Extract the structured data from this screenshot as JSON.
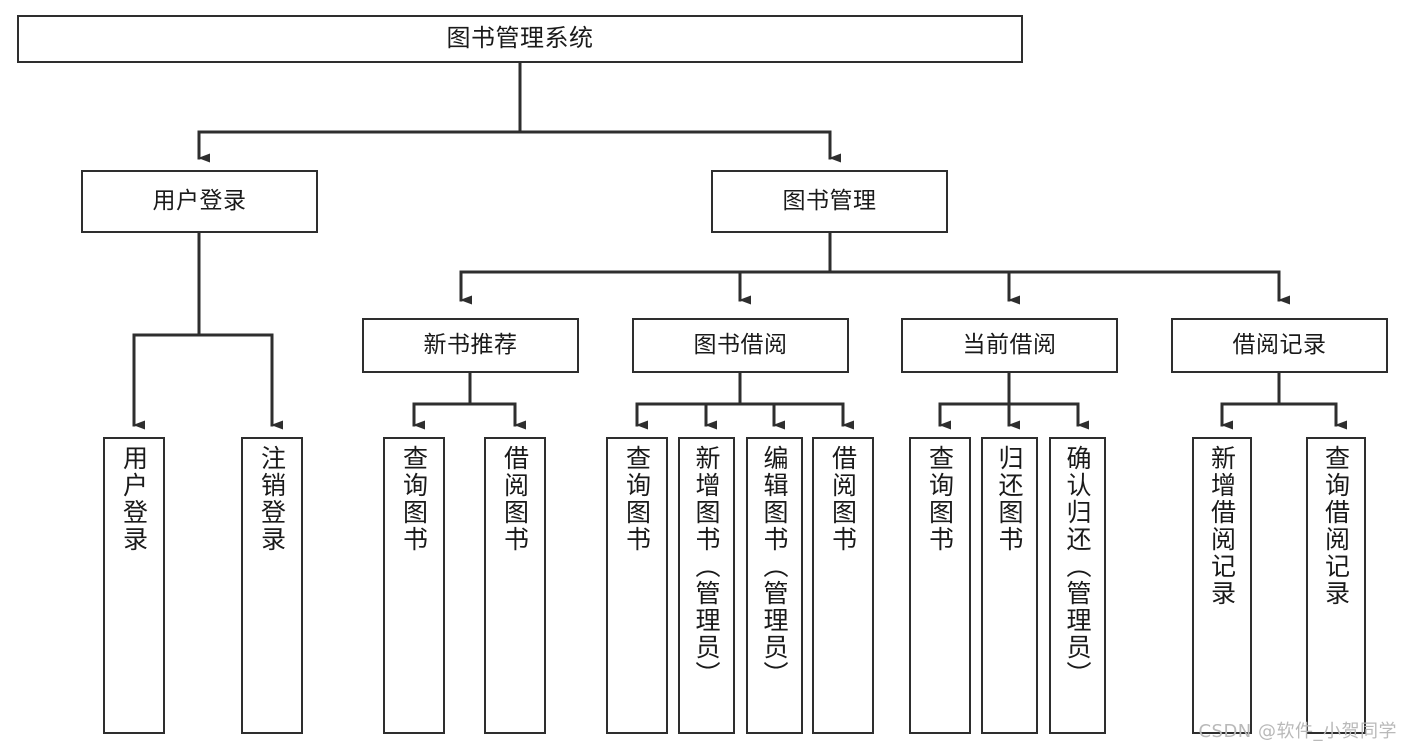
{
  "diagram": {
    "title": "图书管理系统",
    "type": "hierarchy-tree",
    "watermark": "CSDN @软件_小贺同学",
    "colors": {
      "background": "#ffffff",
      "box_border": "#2e2e2e",
      "box_fill": "#ffffff",
      "connector": "#2e2e2e",
      "text": "#1a1a1a",
      "watermark": "#b9b9b9"
    }
  },
  "nodes": {
    "root": {
      "label": "图书管理系统"
    },
    "level1": [
      {
        "label": "用户登录"
      },
      {
        "label": "图书管理"
      }
    ],
    "level2": [
      {
        "label": "新书推荐"
      },
      {
        "label": "图书借阅"
      },
      {
        "label": "当前借阅"
      },
      {
        "label": "借阅记录"
      }
    ],
    "leaves": {
      "user_login": [
        {
          "label": "用户登录"
        },
        {
          "label": "注销登录"
        }
      ],
      "new_book_recommend": [
        {
          "label": "查询图书"
        },
        {
          "label": "借阅图书"
        }
      ],
      "book_borrow": [
        {
          "label": "查询图书"
        },
        {
          "label": "新增图书（管理员）"
        },
        {
          "label": "编辑图书（管理员）"
        },
        {
          "label": "借阅图书"
        }
      ],
      "current_borrow": [
        {
          "label": "查询图书"
        },
        {
          "label": "归还图书"
        },
        {
          "label": "确认归还（管理员）"
        }
      ],
      "borrow_record": [
        {
          "label": "新增借阅记录"
        },
        {
          "label": "查询借阅记录"
        }
      ]
    }
  },
  "chart_data": {
    "type": "tree",
    "title": "图书管理系统",
    "root": "图书管理系统",
    "edges": [
      [
        "图书管理系统",
        "用户登录"
      ],
      [
        "图书管理系统",
        "图书管理"
      ],
      [
        "用户登录",
        "用户登录"
      ],
      [
        "用户登录",
        "注销登录"
      ],
      [
        "图书管理",
        "新书推荐"
      ],
      [
        "图书管理",
        "图书借阅"
      ],
      [
        "图书管理",
        "当前借阅"
      ],
      [
        "图书管理",
        "借阅记录"
      ],
      [
        "新书推荐",
        "查询图书"
      ],
      [
        "新书推荐",
        "借阅图书"
      ],
      [
        "图书借阅",
        "查询图书"
      ],
      [
        "图书借阅",
        "新增图书（管理员）"
      ],
      [
        "图书借阅",
        "编辑图书（管理员）"
      ],
      [
        "图书借阅",
        "借阅图书"
      ],
      [
        "当前借阅",
        "查询图书"
      ],
      [
        "当前借阅",
        "归还图书"
      ],
      [
        "当前借阅",
        "确认归还（管理员）"
      ],
      [
        "借阅记录",
        "新增借阅记录"
      ],
      [
        "借阅记录",
        "查询借阅记录"
      ]
    ],
    "depth": 4,
    "node_count": 20
  }
}
